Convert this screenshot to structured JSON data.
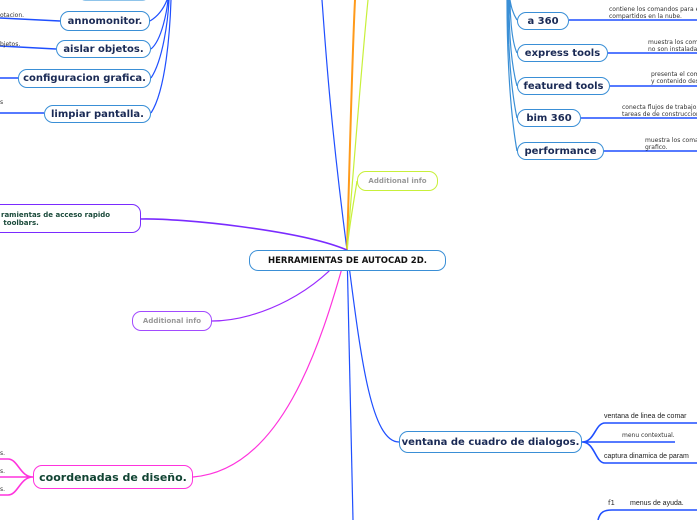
{
  "center": "HERRAMIENTAS DE AUTOCAD 2D.",
  "left_top": {
    "items": [
      {
        "label": "annomonitor.",
        "note": "otacion."
      },
      {
        "label": "aislar objetos.",
        "note": "bjetos."
      },
      {
        "label": "configuracion grafica.",
        "note": ""
      },
      {
        "label": "limpiar pantalla.",
        "note": "s"
      }
    ]
  },
  "right_top": {
    "items": [
      {
        "label": "a 360",
        "note": "contiene los comandos para el r\ncompartidos en la nube."
      },
      {
        "label": "express tools",
        "note": "muestra los coma\nno son instaladas"
      },
      {
        "label": "featured tools",
        "note": "presenta el coma\ny contenido desc"
      },
      {
        "label": "bim 360",
        "note": "conecta flujos de trabajo, e\ntareas de de construccion."
      },
      {
        "label": "performance",
        "note": "muestra los coman\ngrafico."
      }
    ]
  },
  "additional_info_1": "Additional info",
  "additional_info_2": "Additional info",
  "toolbars": "ramientas de acceso rapido\n toolbars.",
  "coordenadas": {
    "label": "coordenadas de diseño.",
    "notes": [
      "s.",
      "s.",
      "s."
    ]
  },
  "ventana": {
    "label": "ventana de cuadro de dialogos.",
    "notes": [
      "ventana de linea de comar",
      "menu contextual.",
      "captura dinamica de param"
    ]
  },
  "help": {
    "key": "f1",
    "note": "menus de ayuda."
  },
  "colors": {
    "blue": "#1f4fff",
    "node_border": "#3a8fd6",
    "purple": "#7a2bff",
    "magenta": "#ff33dd",
    "yellow": "#c8f03a",
    "orange": "#ff9a1a"
  }
}
